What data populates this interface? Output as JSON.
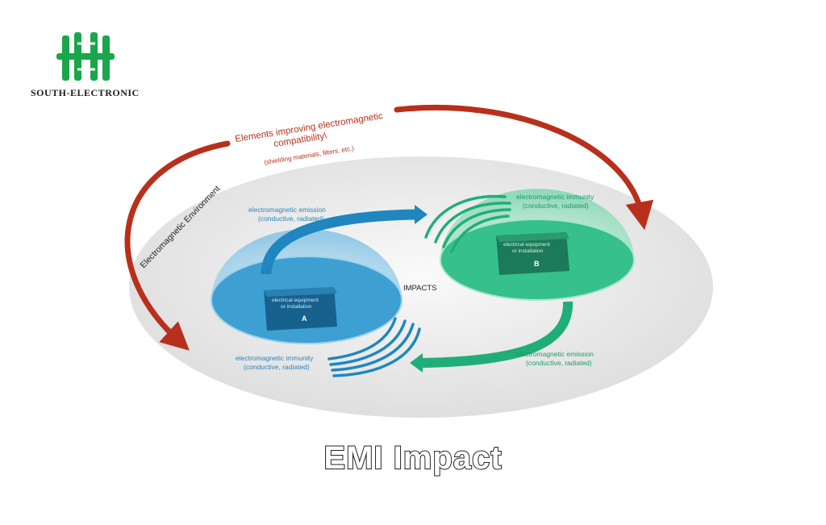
{
  "brand": {
    "name": "SOUTH-ELECTRONIC",
    "logo_color": "#1aa64a"
  },
  "title": "EMI Impact",
  "diagram": {
    "environment_label": "Electromagnetic Environment",
    "elements_label": {
      "line1": "Elements improving electromagnetic",
      "line2": "compatibility\\",
      "line3": "(shielding materials, filters, etc.)"
    },
    "impacts_label": "IMPACTS",
    "device_a": {
      "label_line1": "electrical equipment",
      "label_line2": "or installation",
      "letter": "A",
      "emission_line1": "electromagnetic emission",
      "emission_line2": "(conductive, radiated)",
      "immunity_line1": "electromagnetic immunity",
      "immunity_line2": "(conductive, radiated)"
    },
    "device_b": {
      "label_line1": "electrical equipment",
      "label_line2": "or installation",
      "letter": "B",
      "immunity_line1": "electromagnetic immunity",
      "immunity_line2": "(conductive, radiated)",
      "emission_line1": "electromagnetic emission",
      "emission_line2": "(conductive, radiated)"
    },
    "colors": {
      "red": "#b8301c",
      "blue": "#1f86bf",
      "green": "#1fae77",
      "text_blue": "#2a86c0",
      "text_green": "#1f9a6a",
      "environment_fill": "#efefef"
    }
  }
}
